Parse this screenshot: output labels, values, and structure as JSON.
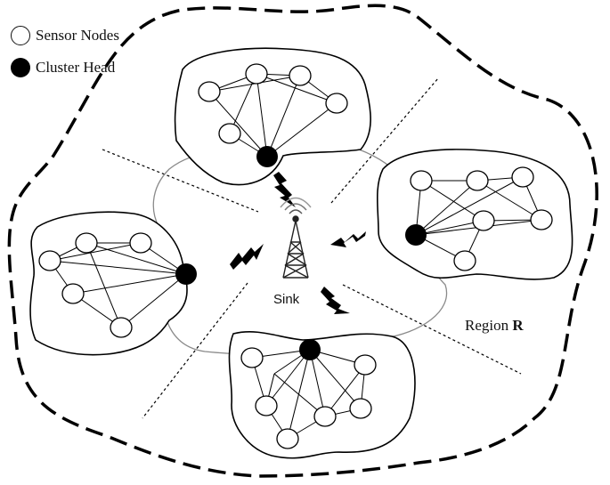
{
  "legend": {
    "sensor_nodes": "Sensor Nodes",
    "cluster_head": "Cluster Head"
  },
  "sink": {
    "label": "Sink"
  },
  "region": {
    "label": "Region",
    "name": "R"
  }
}
